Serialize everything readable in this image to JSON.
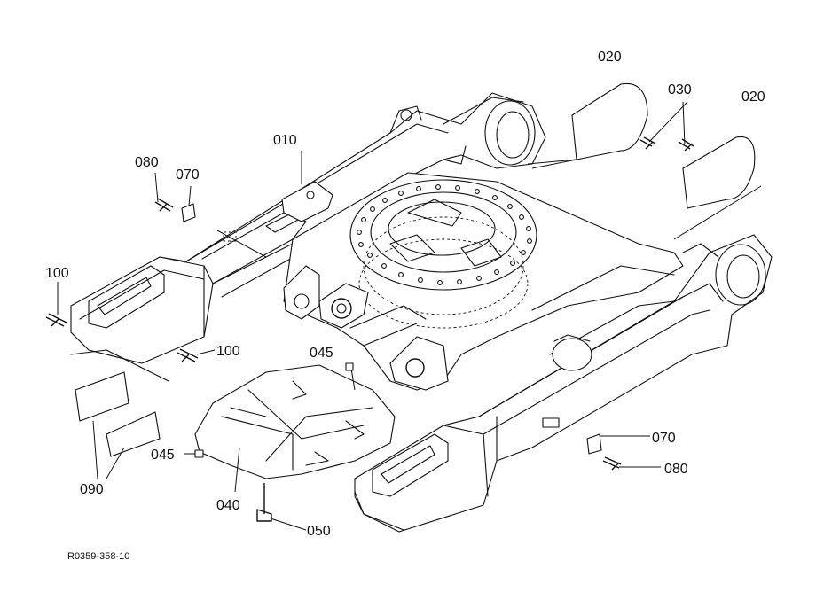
{
  "diagram": {
    "labels": {
      "p010": "010",
      "p020a": "020",
      "p020b": "020",
      "p030": "030",
      "p040": "040",
      "p045a": "045",
      "p045b": "045",
      "p050": "050",
      "p070a": "070",
      "p070b": "070",
      "p080a": "080",
      "p080b": "080",
      "p090": "090",
      "p100a": "100",
      "p100b": "100"
    },
    "reference_code": "R0359-358-10"
  }
}
